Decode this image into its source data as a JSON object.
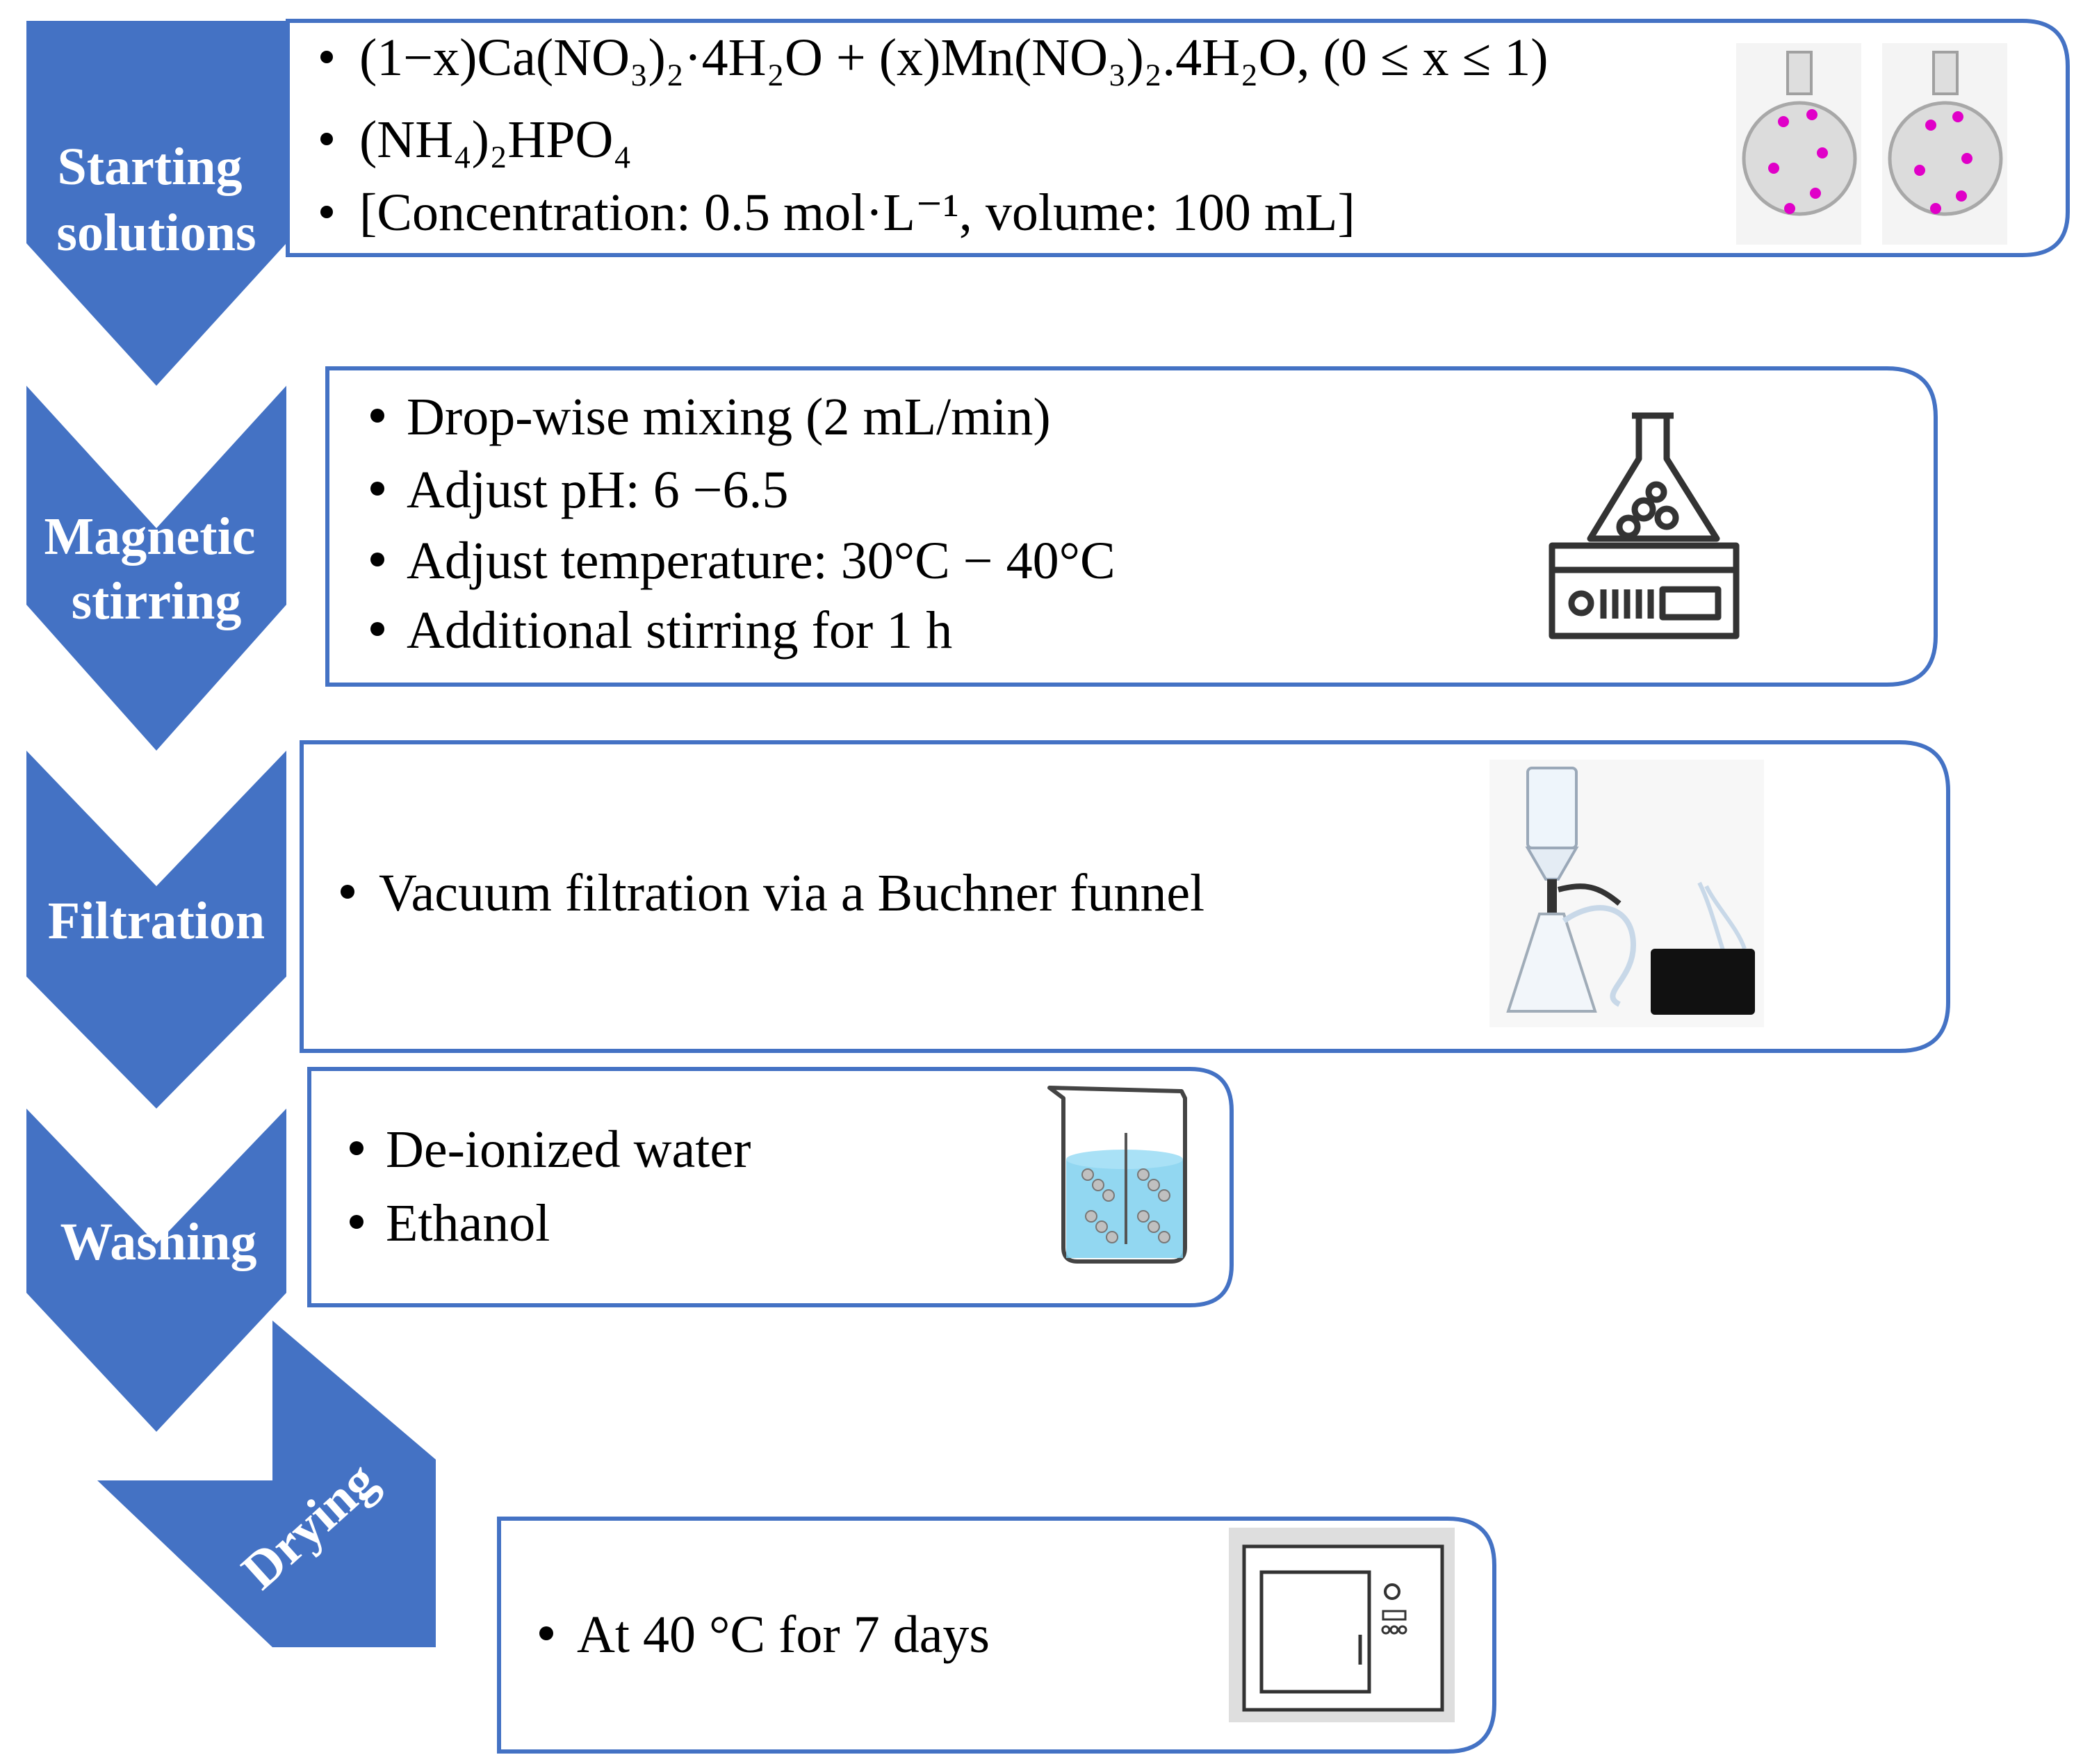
{
  "steps": [
    {
      "label_lines": [
        "Starting",
        "solutions"
      ],
      "bullets": [
        "(1−x)Ca(NO₃)₂·4H₂O + (x)Mn(NO₃)₂.4H₂O, (0 ≤ x ≤ 1)",
        "(NH₄)₂HPO₄",
        "[Concentration: 0.5 mol·L⁻¹, volume: 100 mL]"
      ],
      "icon": "round-bottom-flask-icons"
    },
    {
      "label_lines": [
        "Magnetic",
        "stirring"
      ],
      "bullets": [
        "Drop-wise mixing (2 mL/min)",
        "Adjust pH: 6 −6.5",
        "Adjust temperature: 30°C − 40°C",
        "Additional stirring for 1 h"
      ],
      "icon": "magnetic-stirrer-icon"
    },
    {
      "label_lines": [
        "Filtration"
      ],
      "bullets": [
        "Vacuum filtration via a Buchner funnel"
      ],
      "icon": "vacuum-filtration-icon"
    },
    {
      "label_lines": [
        "Washing"
      ],
      "bullets": [
        "De-ionized water",
        "Ethanol"
      ],
      "icon": "beaker-icon"
    },
    {
      "label_lines": [
        "Drying"
      ],
      "bullets": [
        "At 40 °C for 7 days"
      ],
      "icon": "oven-icon"
    }
  ],
  "colors": {
    "arrow_fill": "#4472c4",
    "box_border": "#4472c4",
    "flask_dots": "#e000c8",
    "water": "#7fd0ef"
  }
}
